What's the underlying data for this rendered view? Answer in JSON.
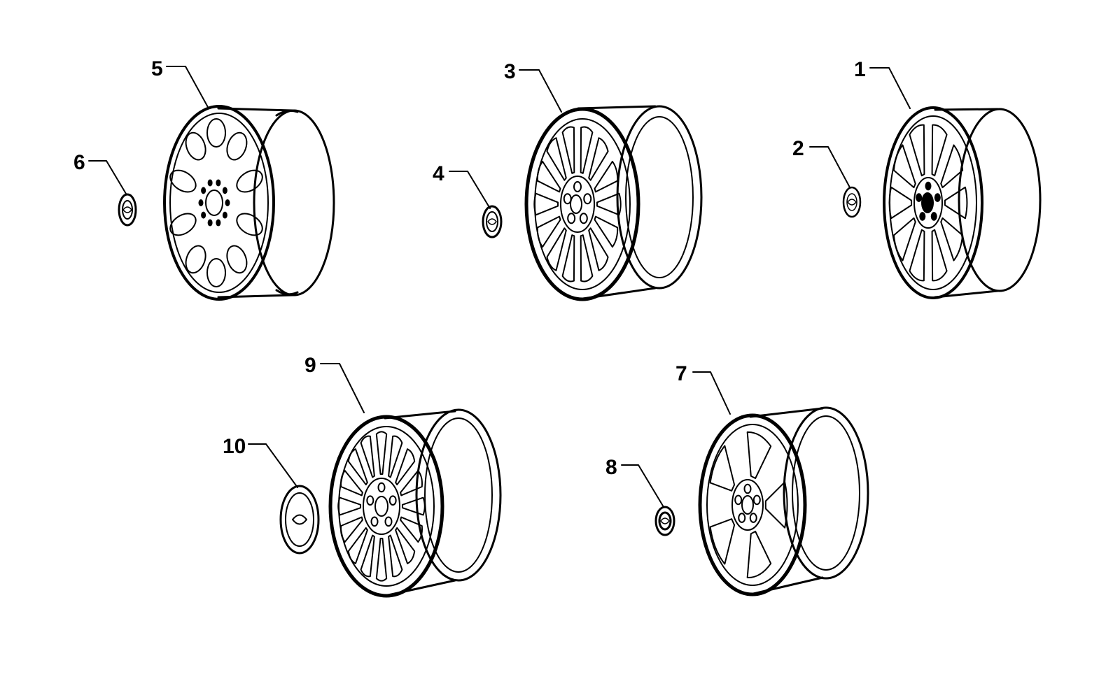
{
  "diagram": {
    "line_color": "#000000",
    "background": "#ffffff",
    "parts": [
      {
        "id": "p5",
        "label": "5",
        "kind": "wheel",
        "style": "ten-oval-pockets"
      },
      {
        "id": "p6",
        "label": "6",
        "kind": "center-cap"
      },
      {
        "id": "p3",
        "label": "3",
        "kind": "wheel",
        "style": "split-spoke-14"
      },
      {
        "id": "p4",
        "label": "4",
        "kind": "center-cap"
      },
      {
        "id": "p1",
        "label": "1",
        "kind": "wheel",
        "style": "split-spoke-10"
      },
      {
        "id": "p2",
        "label": "2",
        "kind": "center-cap"
      },
      {
        "id": "p9",
        "label": "9",
        "kind": "wheel",
        "style": "spoke-16"
      },
      {
        "id": "p10",
        "label": "10",
        "kind": "center-cap"
      },
      {
        "id": "p7",
        "label": "7",
        "kind": "wheel",
        "style": "split-spoke-5"
      },
      {
        "id": "p8",
        "label": "8",
        "kind": "center-cap"
      }
    ]
  }
}
